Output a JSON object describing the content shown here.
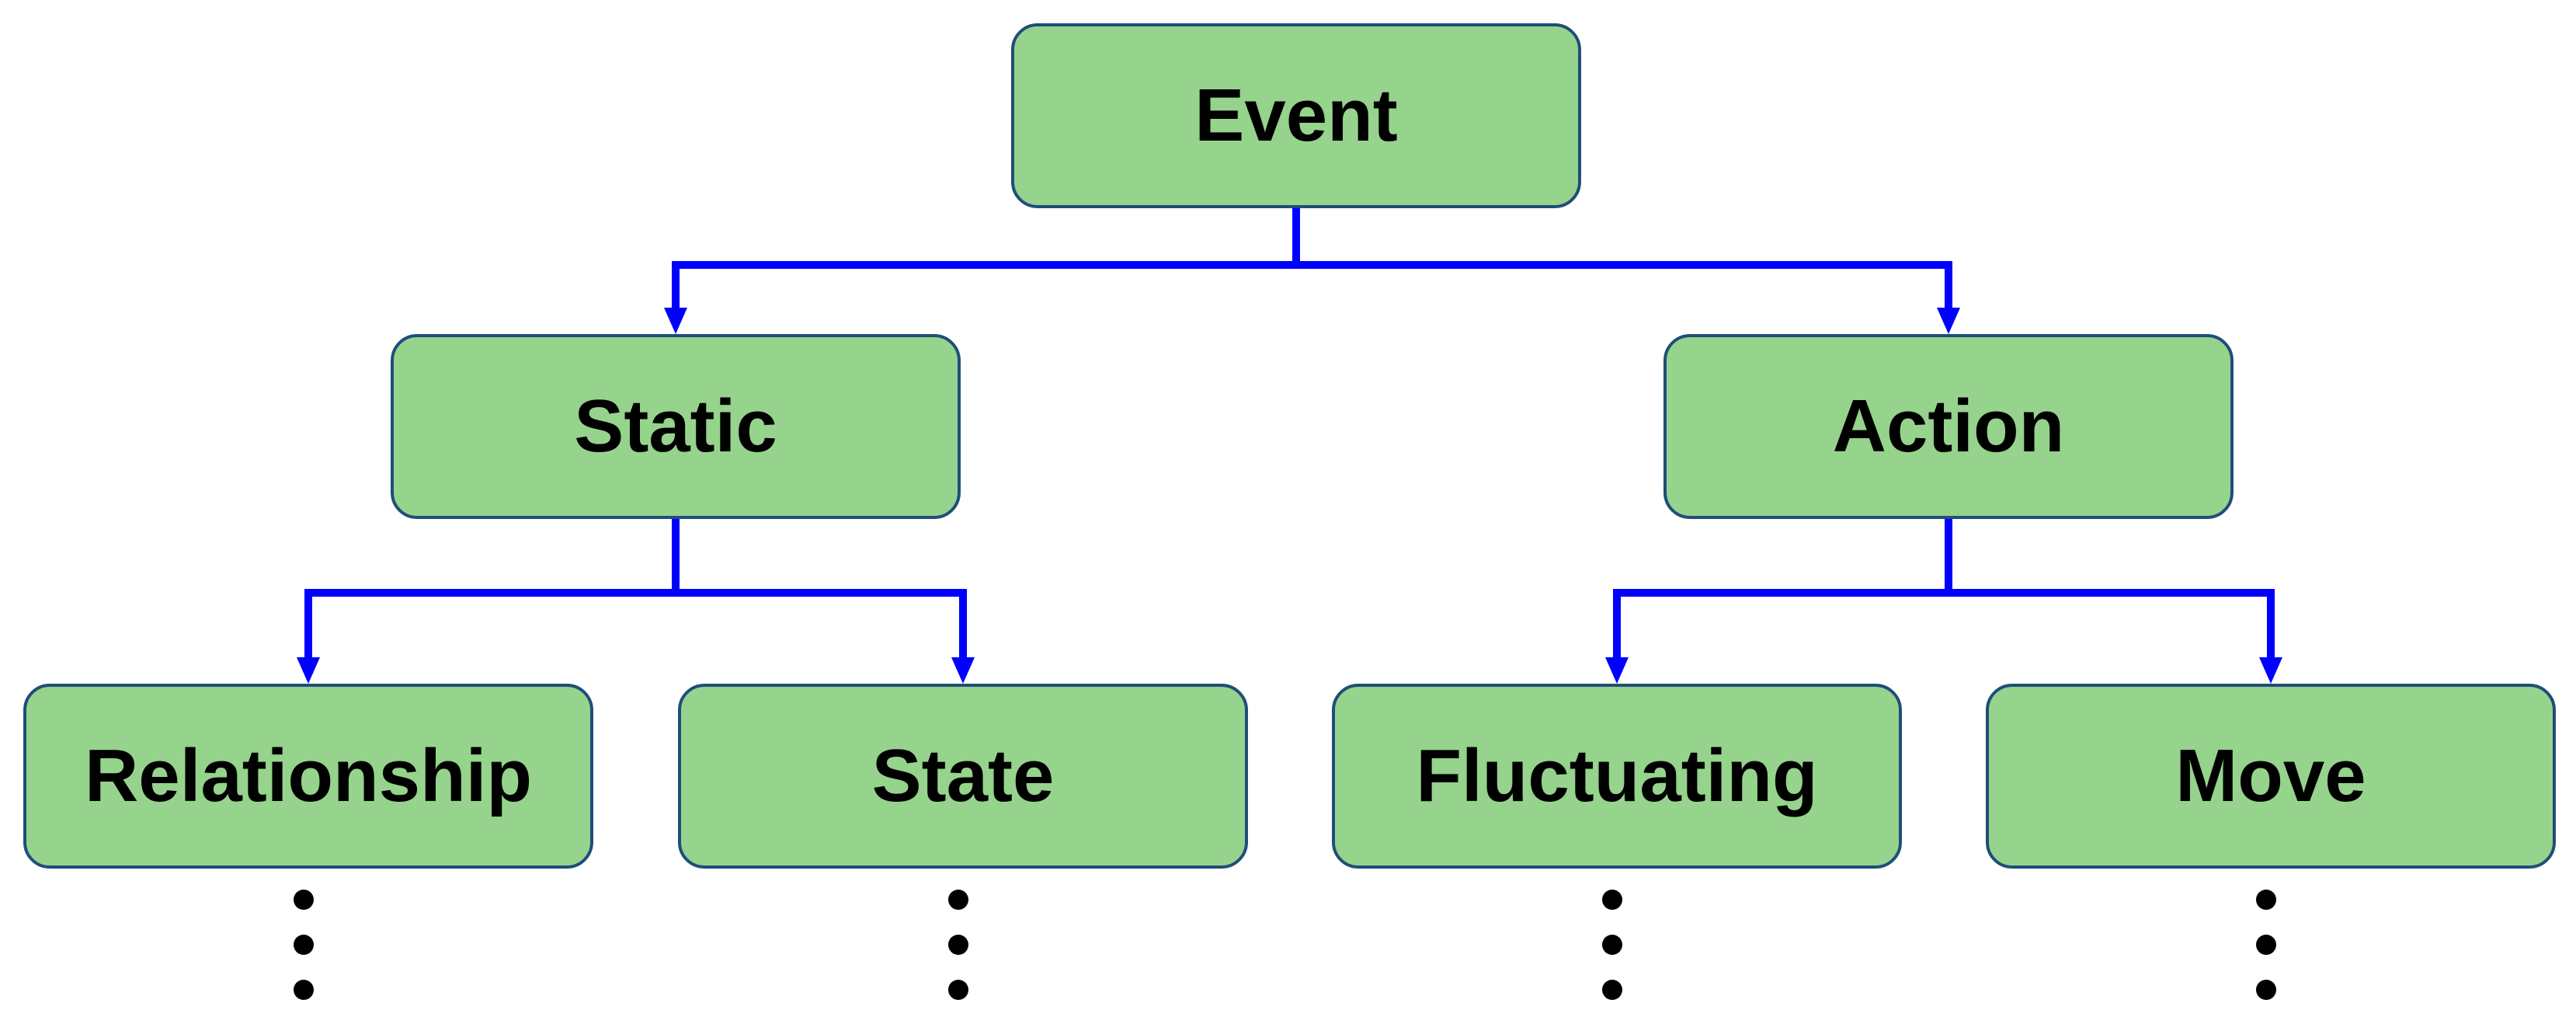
{
  "colors": {
    "node_fill": "#96d38c",
    "node_border": "#1f4e79",
    "connector": "#0000ff",
    "text": "#000000",
    "ellipsis_dot": "#000000"
  },
  "nodes": {
    "event": {
      "label": "Event"
    },
    "static": {
      "label": "Static"
    },
    "action": {
      "label": "Action"
    },
    "relationship": {
      "label": "Relationship"
    },
    "state": {
      "label": "State"
    },
    "fluctuating": {
      "label": "Fluctuating"
    },
    "move": {
      "label": "Move"
    }
  },
  "edges": [
    {
      "from": "event",
      "to": "static"
    },
    {
      "from": "event",
      "to": "action"
    },
    {
      "from": "static",
      "to": "relationship"
    },
    {
      "from": "static",
      "to": "state"
    },
    {
      "from": "action",
      "to": "fluctuating"
    },
    {
      "from": "action",
      "to": "move"
    }
  ],
  "continuation": {
    "relationship": "vertical-ellipsis",
    "state": "vertical-ellipsis",
    "fluctuating": "vertical-ellipsis",
    "move": "vertical-ellipsis"
  }
}
